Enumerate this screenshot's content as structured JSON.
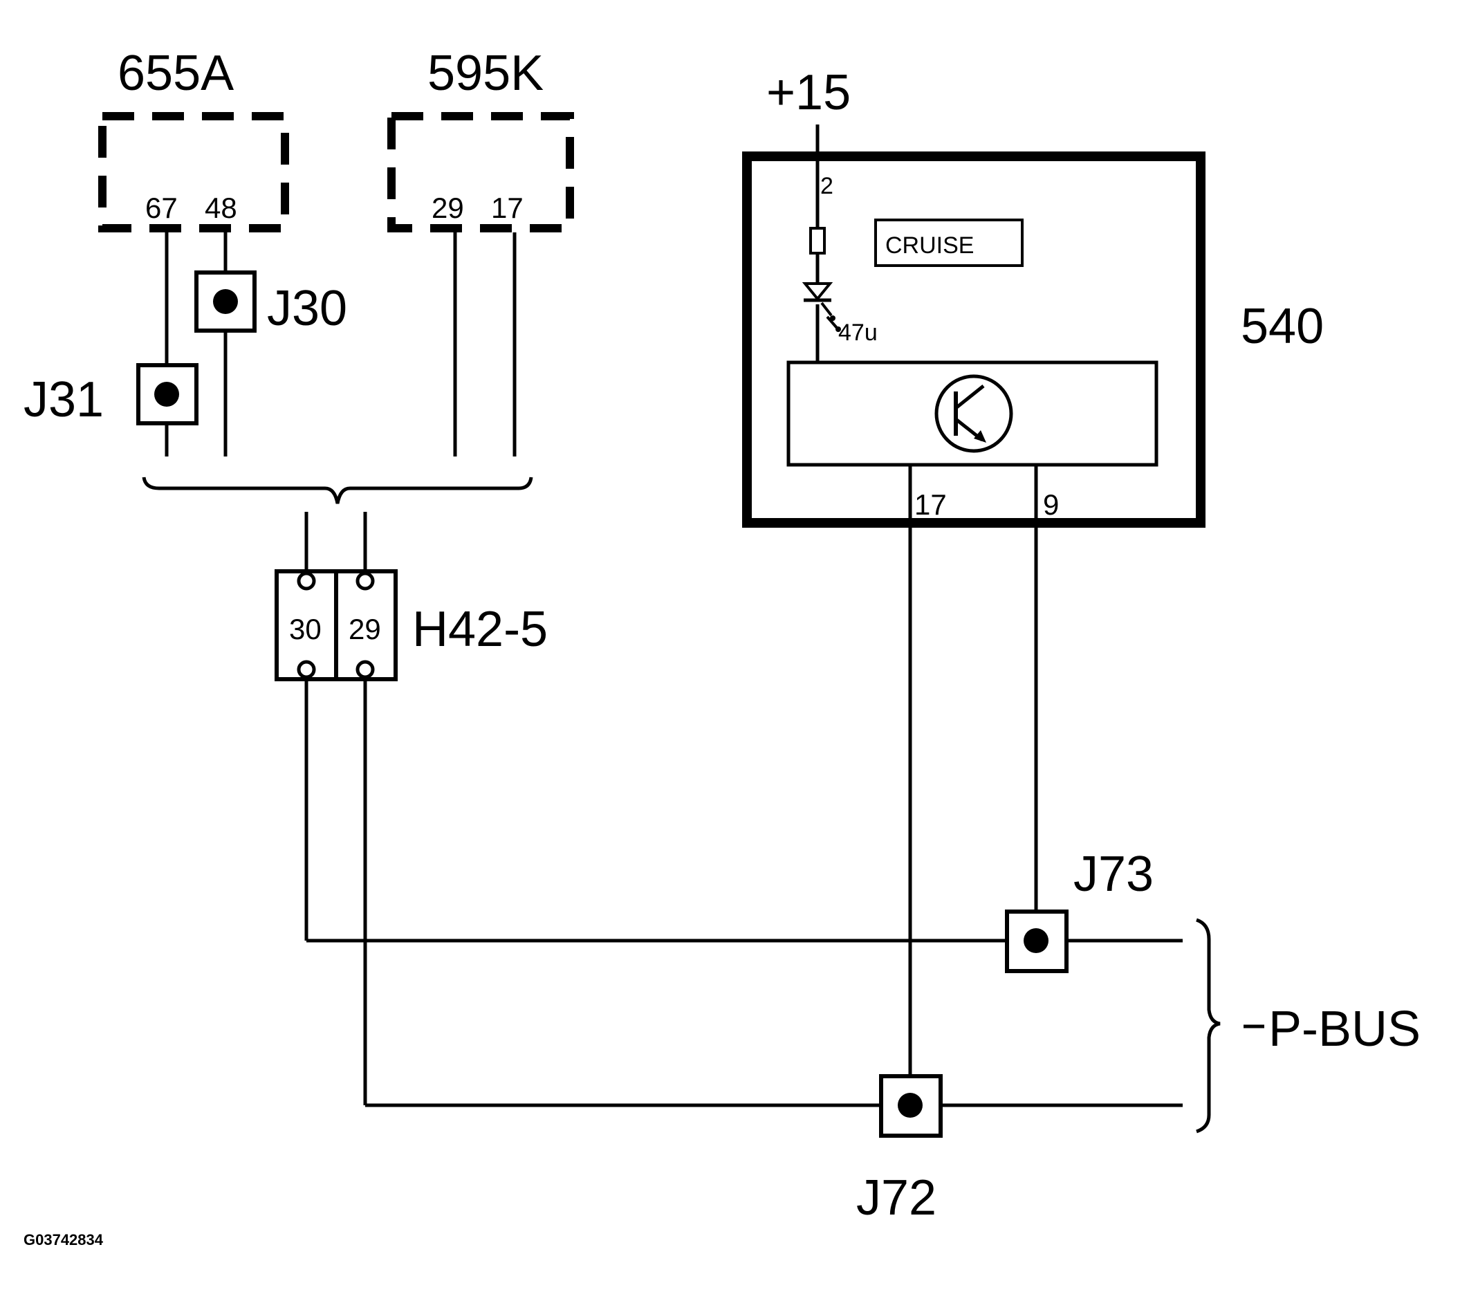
{
  "components": {
    "c655a": {
      "label": "655A",
      "pins": [
        "67",
        "48"
      ]
    },
    "c595k": {
      "label": "595K",
      "pins": [
        "29",
        "17"
      ]
    },
    "c540": {
      "label": "540",
      "supply": "+15",
      "supply_pin": "2",
      "indicator": "CRUISE",
      "led_value": "47u",
      "pins": [
        "17",
        "9"
      ]
    },
    "h42_5": {
      "label": "H42-5",
      "pins": [
        "30",
        "29"
      ]
    }
  },
  "junctions": {
    "j30": "J30",
    "j31": "J31",
    "j72": "J72",
    "j73": "J73"
  },
  "bus": {
    "label": "P-BUS"
  },
  "figure_code": "G03742834"
}
